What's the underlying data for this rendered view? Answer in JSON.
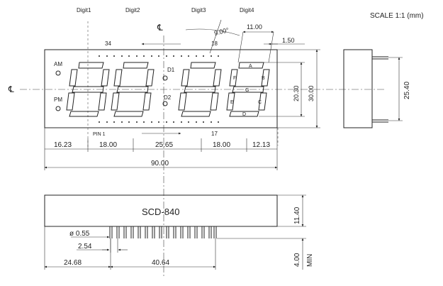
{
  "header": {
    "scale": "SCALE 1:1 (mm)",
    "digit_labels": [
      "Digit1",
      "Digit2",
      "Digit3",
      "Digit4"
    ],
    "centerline_symbol": "℄"
  },
  "front_view": {
    "labels": {
      "am": "AM",
      "pm": "PM",
      "d1": "D1",
      "d2": "D2",
      "pin_first": "PIN 1",
      "pin_17": "17",
      "pin_18": "18",
      "pin_34": "34",
      "seg_a": "A",
      "seg_b": "B",
      "seg_c": "C",
      "seg_d": "D",
      "seg_e": "E",
      "seg_f": "F",
      "seg_g": "G"
    },
    "dims": {
      "d1": "16.23",
      "d2": "18.00",
      "d3": "25.65",
      "d4": "18.00",
      "d5": "12.13",
      "total_width": "90.00",
      "digit_height": "20.30",
      "total_height": "30.00",
      "slant": "9.00°",
      "digit_width": "11.00",
      "seg_width": "1.50"
    }
  },
  "side_view": {
    "dims": {
      "height": "25.40"
    }
  },
  "bottom_view": {
    "part_name": "SCD-840",
    "dims": {
      "body_height": "11.40",
      "pin_diameter": "ø 0.55",
      "pitch": "2.54",
      "offset": "24.68",
      "pin_span": "40.64",
      "pin_length": "4.00",
      "min_label": "MIN"
    }
  }
}
